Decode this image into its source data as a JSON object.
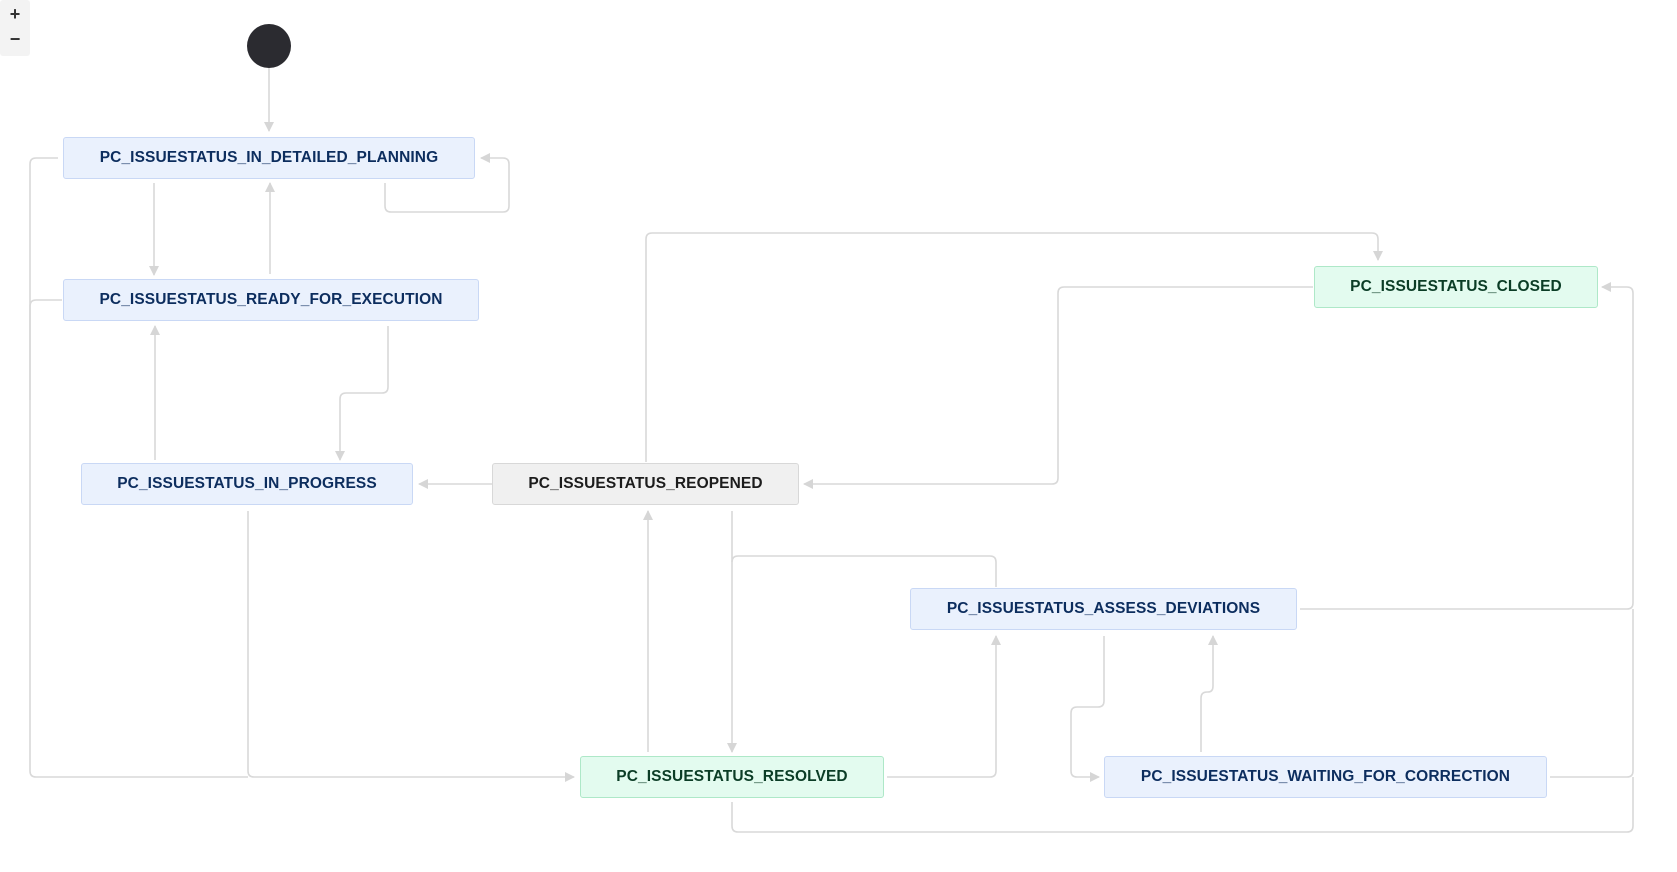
{
  "zoom": {
    "in_label": "+",
    "out_label": "−"
  },
  "states": {
    "in_detailed_planning": "PC_ISSUESTATUS_IN_DETAILED_PLANNING",
    "ready_for_execution": "PC_ISSUESTATUS_READY_FOR_EXECUTION",
    "in_progress": "PC_ISSUESTATUS_IN_PROGRESS",
    "reopened": "PC_ISSUESTATUS_REOPENED",
    "closed": "PC_ISSUESTATUS_CLOSED",
    "assess_deviations": "PC_ISSUESTATUS_ASSESS_DEVIATIONS",
    "resolved": "PC_ISSUESTATUS_RESOLVED",
    "waiting_for_correction": "PC_ISSUESTATUS_WAITING_FOR_CORRECTION"
  },
  "colors": {
    "todo_fill": "#eaf1fd",
    "neutral_fill": "#f0f0f0",
    "done_fill": "#e3fbef",
    "edge": "#d6d6d6",
    "start": "#2b2b30"
  }
}
